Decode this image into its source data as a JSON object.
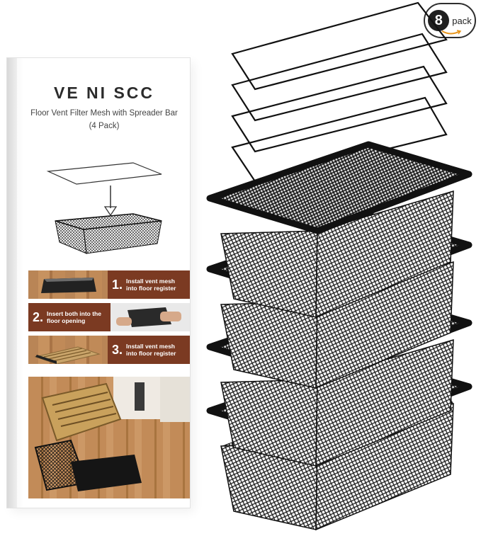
{
  "packaging": {
    "brand": "VE NI SCC",
    "subtitle_line1": "Floor Vent Filter Mesh with Spreader Bar",
    "subtitle_line2": "(4 Pack)",
    "steps": [
      {
        "number": "1.",
        "line1": "Install vent mesh",
        "line2": "into floor register"
      },
      {
        "number": "2.",
        "line1": "Insert both into the",
        "line2": "floor opening"
      },
      {
        "number": "3.",
        "line1": "Install vent mesh",
        "line2": "into floor register"
      }
    ]
  },
  "badge": {
    "count": "8",
    "label": "pack"
  },
  "colors": {
    "step_badge": "#7b3a22",
    "mesh": "#1c1c1c",
    "wood": "#c08a58"
  }
}
